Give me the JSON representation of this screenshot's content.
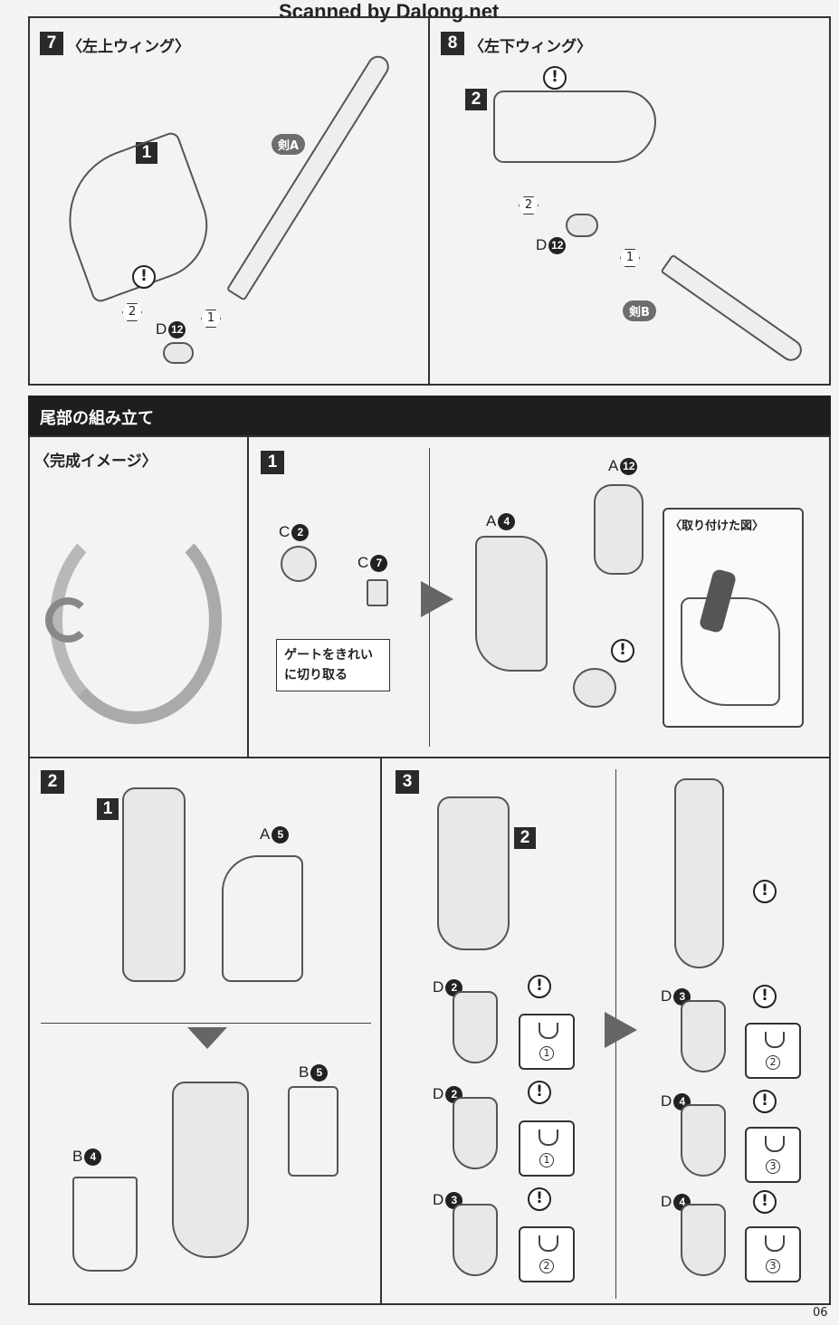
{
  "watermark": "Scanned by Dalong.net",
  "page_number": "06",
  "step7": {
    "number": "7",
    "title": "〈左上ウィング〉",
    "sub_step": "1",
    "sword_label": "剣A",
    "part": {
      "letter": "D",
      "num": "12"
    },
    "order": [
      "1",
      "2"
    ],
    "warning": "!"
  },
  "step8": {
    "number": "8",
    "title": "〈左下ウィング〉",
    "sub_step": "2",
    "sword_label": "剣B",
    "part": {
      "letter": "D",
      "num": "12"
    },
    "order": [
      "1",
      "2"
    ],
    "warning": "!"
  },
  "section": {
    "title": "尾部の組み立て"
  },
  "finished": {
    "title": "〈完成イメージ〉"
  },
  "tail1": {
    "number": "1",
    "parts": [
      {
        "letter": "C",
        "num": "2"
      },
      {
        "letter": "C",
        "num": "7"
      },
      {
        "letter": "A",
        "num": "4"
      },
      {
        "letter": "A",
        "num": "12"
      }
    ],
    "callout_line1": "ゲートをきれい",
    "callout_line2": "に切り取る",
    "inset_title": "〈取り付けた図〉",
    "warning": "!"
  },
  "tail2": {
    "number": "2",
    "sub_step": "1",
    "parts": [
      {
        "letter": "A",
        "num": "5"
      },
      {
        "letter": "B",
        "num": "5"
      },
      {
        "letter": "B",
        "num": "4"
      }
    ]
  },
  "tail3": {
    "number": "3",
    "sub_step": "2",
    "warning": "!",
    "left": [
      {
        "letter": "D",
        "num": "2",
        "mini": "1"
      },
      {
        "letter": "D",
        "num": "2",
        "mini": "1"
      },
      {
        "letter": "D",
        "num": "3",
        "mini": "2"
      }
    ],
    "right": [
      {
        "letter": "D",
        "num": "3",
        "mini": "2"
      },
      {
        "letter": "D",
        "num": "4",
        "mini": "3"
      },
      {
        "letter": "D",
        "num": "4",
        "mini": "3"
      }
    ]
  }
}
